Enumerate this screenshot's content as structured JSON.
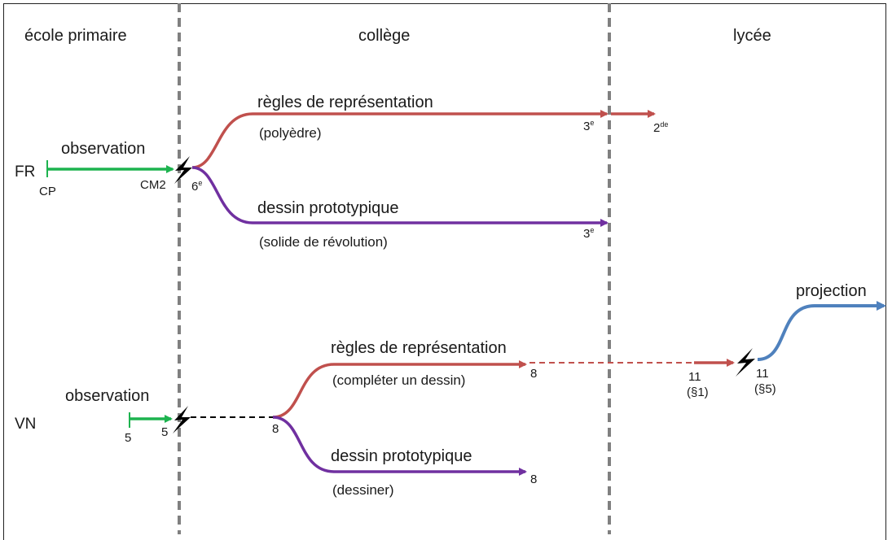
{
  "stages": {
    "primary": "école primaire",
    "middle": "collège",
    "high": "lycée"
  },
  "rows": {
    "fr": "FR",
    "vn": "VN"
  },
  "fr": {
    "observation": "observation",
    "cp": "CP",
    "cm2": "CM2",
    "sixth": "6",
    "sixth_sup": "e",
    "rules": "règles de représentation",
    "rules_note": "(polyèdre)",
    "third_a": "3",
    "third_a_sup": "e",
    "second": "2",
    "second_sup": "de",
    "drawing": "dessin prototypique",
    "drawing_note": "(solide de révolution)",
    "third_b": "3",
    "third_b_sup": "e"
  },
  "vn": {
    "observation": "observation",
    "start": "5",
    "end": "5",
    "branch": "8",
    "rules": "règles de représentation",
    "rules_note": "(compléter un dessin)",
    "rules_end": "8",
    "drawing": "dessin prototypique",
    "drawing_note": "(dessiner)",
    "drawing_end": "8",
    "eleven_a": "11",
    "eleven_a_note": "(§1)",
    "eleven_b": "11",
    "eleven_b_note": "(§5)",
    "projection": "projection"
  },
  "colors": {
    "observation": "#1db34f",
    "rules": "#c0504d",
    "drawing": "#7030a0",
    "projection": "#4f81bd",
    "divider": "#808080",
    "bolt": "#000000"
  }
}
